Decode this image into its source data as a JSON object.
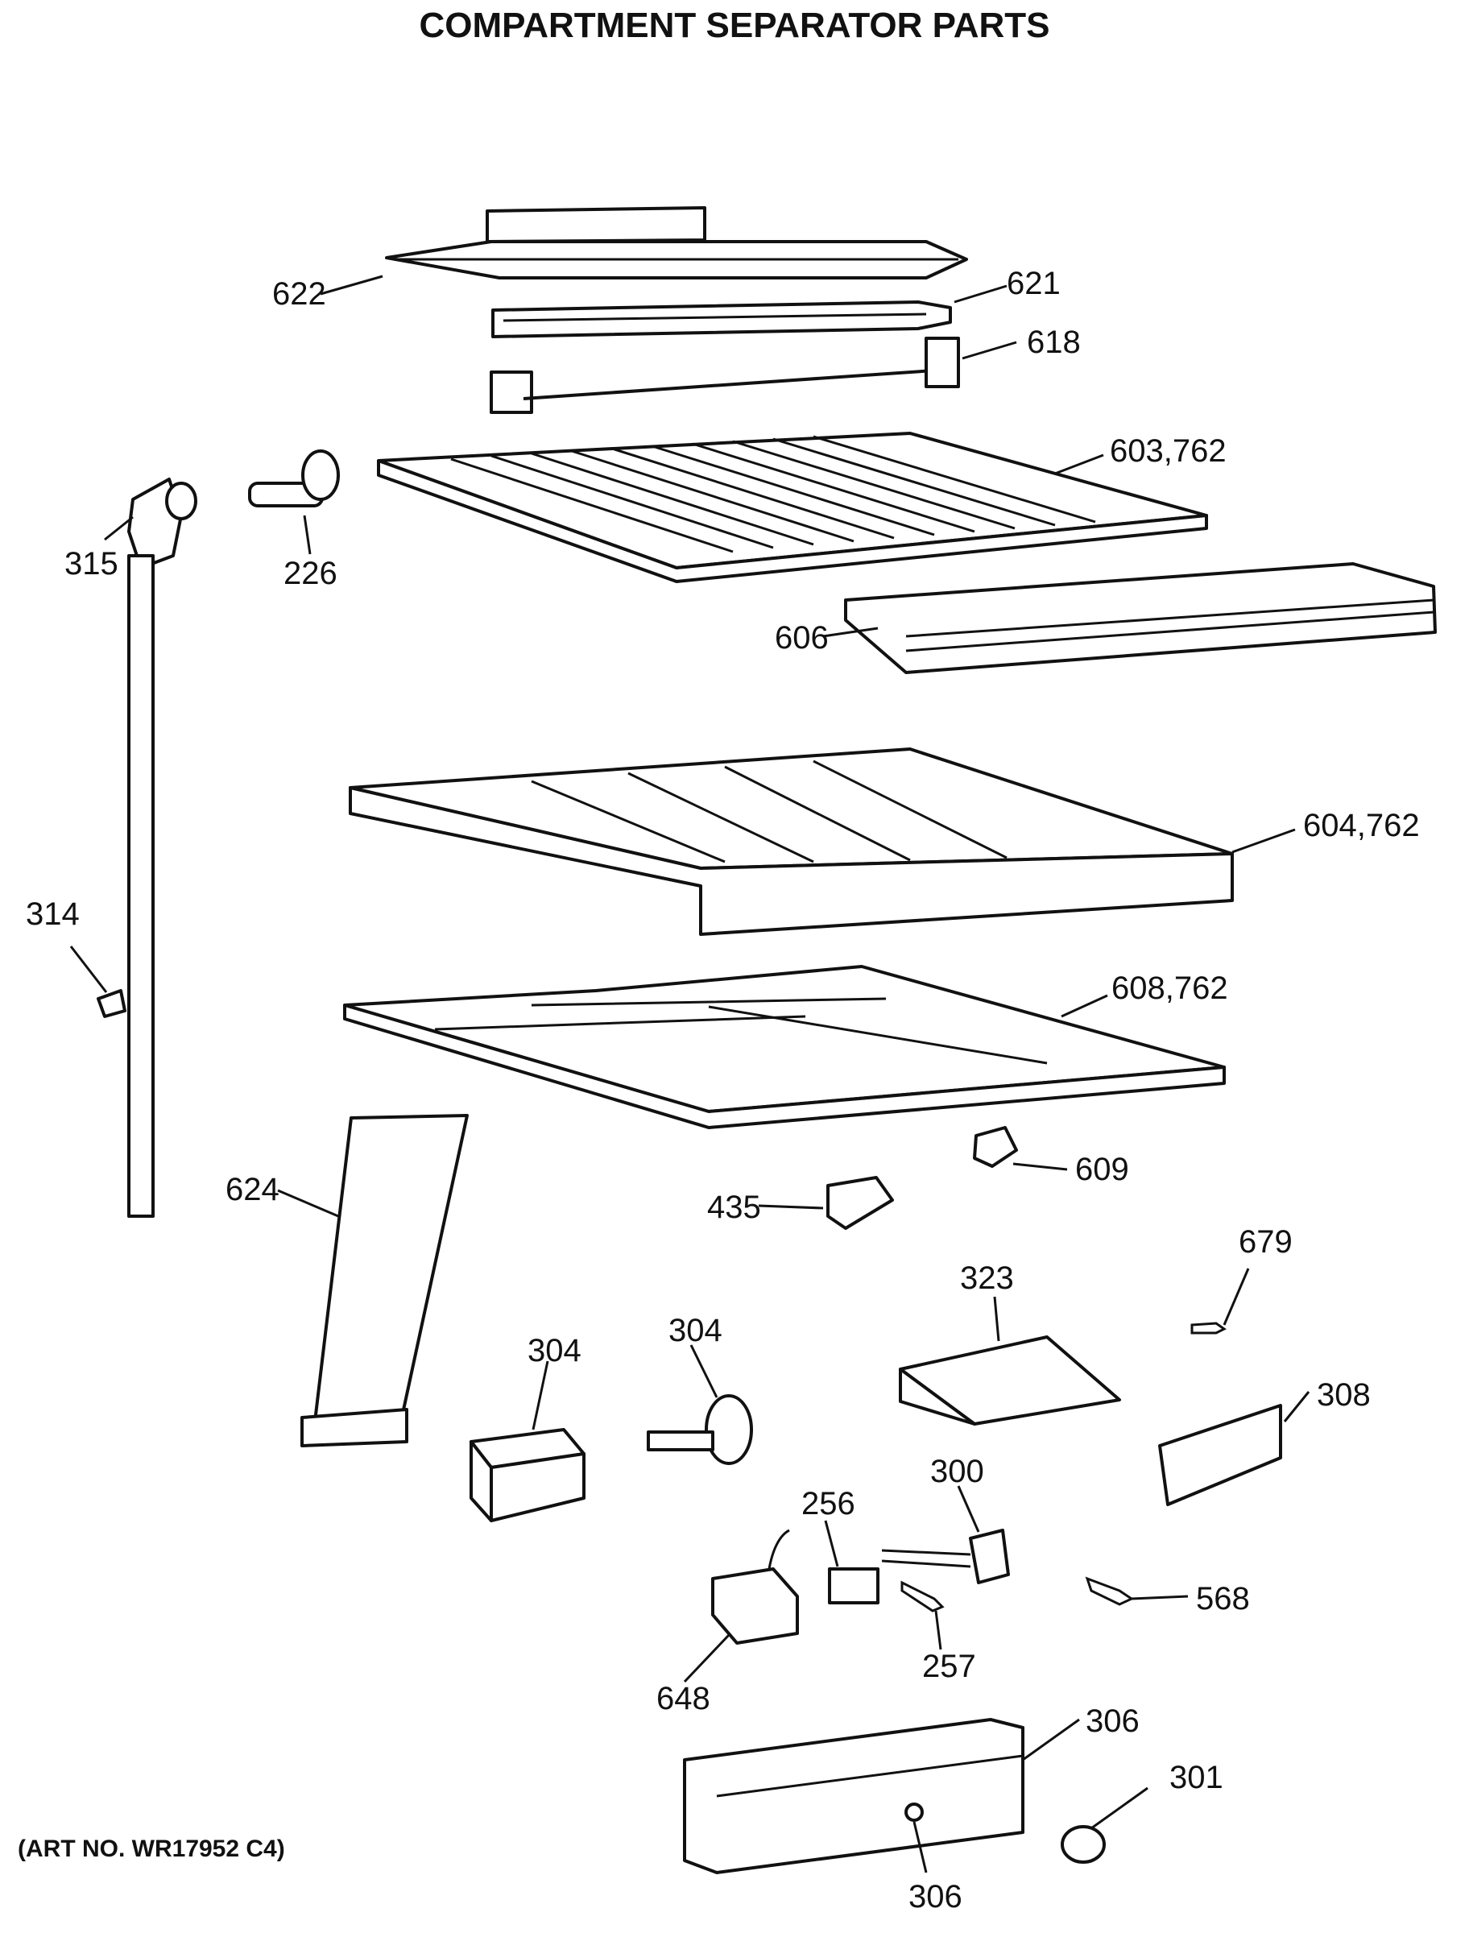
{
  "title": "COMPARTMENT SEPARATOR PARTS",
  "art_number": "(ART NO. WR17952 C4)",
  "callouts": {
    "p622": "622",
    "p621": "621",
    "p618": "618",
    "p603": "603,762",
    "p315": "315",
    "p226": "226",
    "p606": "606",
    "p604": "604,762",
    "p314": "314",
    "p608": "608,762",
    "p624": "624",
    "p609": "609",
    "p435": "435",
    "p679": "679",
    "p323": "323",
    "p304a": "304",
    "p304b": "304",
    "p308": "308",
    "p300": "300",
    "p256": "256",
    "p568": "568",
    "p648": "648",
    "p257": "257",
    "p306a": "306",
    "p301": "301",
    "p306b": "306"
  }
}
